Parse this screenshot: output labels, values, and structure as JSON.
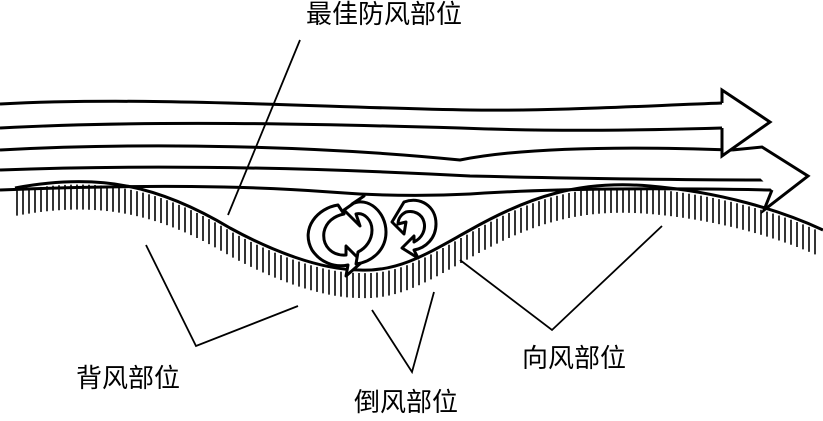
{
  "labels": {
    "best": "最佳防风部位",
    "leeward": "背风部位",
    "reverse": "倒风部位",
    "windward": "向风部位"
  },
  "colors": {
    "ink": "#000000",
    "background": "#ffffff"
  }
}
